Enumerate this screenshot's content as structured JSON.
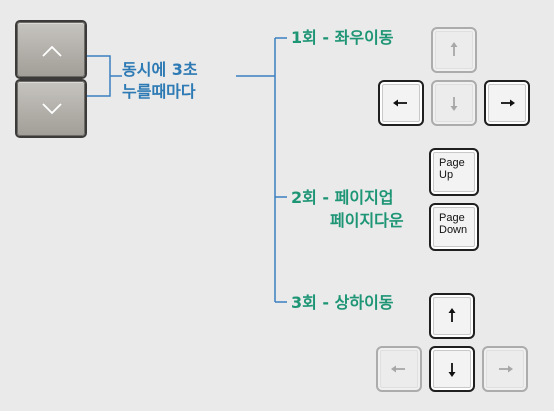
{
  "press_note": {
    "line1": "동시에 3초",
    "line2": "누를때마다"
  },
  "steps": [
    {
      "label": "1회 - 좌우이동"
    },
    {
      "label": "2회 - 페이지업",
      "label2": "페이지다운"
    },
    {
      "label": "3회 - 상하이동"
    }
  ],
  "keys": {
    "page_up": "Page\nUp",
    "page_down": "Page\nDown"
  },
  "colors": {
    "note_blue": "#2d7ab4",
    "step_green": "#1e9575",
    "line_blue": "#3a7fc0"
  }
}
